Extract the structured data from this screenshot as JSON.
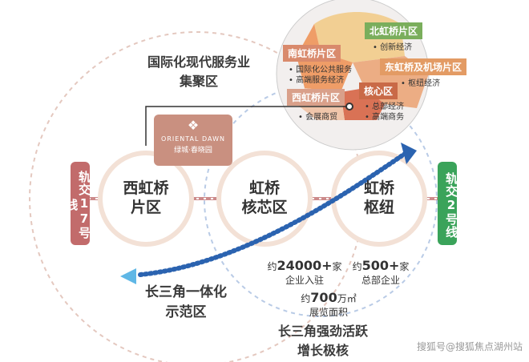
{
  "titles": {
    "service_cluster": [
      "国际化现代服务业",
      "集聚区"
    ],
    "integration_zone": [
      "长三角一体化",
      "示范区"
    ],
    "growth_pole": [
      "长三角强劲活跃",
      "增长极核"
    ]
  },
  "circles": {
    "west": [
      "西虹桥",
      "片区"
    ],
    "core": [
      "虹桥",
      "核芯区"
    ],
    "hub": [
      "虹桥",
      "枢纽"
    ]
  },
  "metro": {
    "left": "轨交17号线",
    "right": "轨交2号线"
  },
  "brand": {
    "en": "ORIENTAL DAWN",
    "cn": "绿城·春晓园"
  },
  "map": {
    "north": {
      "label": "北虹桥片区",
      "items": [
        "创新经济"
      ]
    },
    "south": {
      "label": "南虹桥片区",
      "items": [
        "国际化公共服务",
        "高端服务经济"
      ]
    },
    "east": {
      "label": "东虹桥及机场片区",
      "items": [
        "枢纽经济"
      ]
    },
    "core": {
      "label": "核心区",
      "items": [
        "总部经济",
        "高端商务"
      ]
    },
    "west": {
      "label": "西虹桥片区",
      "items": [
        "会展商贸"
      ]
    }
  },
  "stats": [
    {
      "prefix": "约",
      "value": "24000+",
      "unit": "家",
      "caption": "企业入驻"
    },
    {
      "prefix": "约",
      "value": "500+",
      "unit": "家",
      "caption": "总部企业"
    },
    {
      "prefix": "约",
      "value": "700",
      "unit": "万㎡",
      "caption": "展览面积"
    }
  ],
  "watermark": "搜狐号@搜狐焦点湖州站",
  "colors": {
    "accent_red": "#c26b6b",
    "accent_green": "#3aa35a",
    "arrow_blue": "#2b63b0",
    "map_orange": "#d98a6c"
  }
}
